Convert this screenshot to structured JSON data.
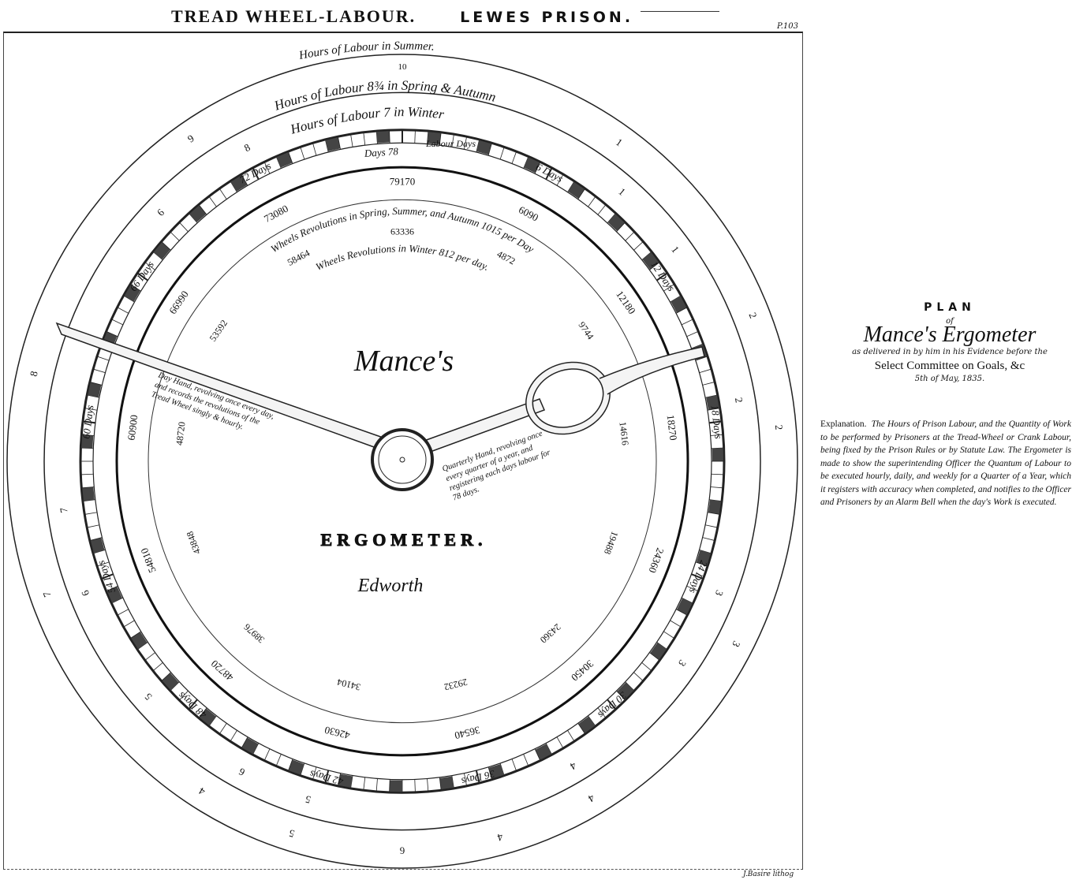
{
  "header": {
    "title_left": "TREAD WHEEL-LABOUR.",
    "title_right": "LEWES PRISON.",
    "page_ref": "P.103"
  },
  "dial": {
    "summer_label": "Hours of Labour in Summer.",
    "summer_hours": "10",
    "spring_label": "Hours of Labour 8¾ in Spring & Autumn",
    "winter_label": "Hours of Labour 7 in Winter",
    "outer_hours": [
      "1",
      "2",
      "2",
      "3",
      "4",
      "4",
      "6",
      "5",
      "4",
      "7",
      "8",
      "9"
    ],
    "middle_hours": [
      "1",
      "1",
      "2",
      "3",
      "3",
      "4",
      "5",
      "6",
      "5",
      "6",
      "7",
      "6",
      "8"
    ],
    "day_labels": [
      "Days 78",
      "6 Days",
      "12 Days",
      "18 Days",
      "24 Days",
      "30 Days",
      "36 Days",
      "42 Days",
      "48 Days",
      "54 Days",
      "60 Days",
      "66 Days",
      "72 Days"
    ],
    "labour_days_label": "Labour Days",
    "spring_revolutions_label": "Wheels Revolutions in Spring, Summer, and Autumn 1015 per Day",
    "spring_revolutions": [
      "79170",
      "6090",
      "12180",
      "18270",
      "24360",
      "30450",
      "36540",
      "42630",
      "48720",
      "54810",
      "60900",
      "66990",
      "73080"
    ],
    "winter_revolutions_label": "Wheels Revolutions in Winter 812 per day.",
    "winter_revolutions": [
      "63336",
      "4872",
      "9744",
      "14616",
      "19488",
      "24360",
      "29232",
      "34104",
      "38976",
      "43848",
      "48720",
      "53592",
      "58464"
    ],
    "maker": "Mance's",
    "name": "ERGOMETER.",
    "signature": "Edworth",
    "day_hand_text": "Day Hand, revolving once every day, and records the revolutions of the Tread Wheel singly & hourly.",
    "quarterly_hand_text": "Quarterly Hand, revolving once every quarter of a year, and registering each days labour for 78 days."
  },
  "plan": {
    "heading": "PLAN",
    "of": "of",
    "name": "Mance's Ergometer",
    "line1": "as delivered in by him in his Evidence before the",
    "line2": "Select Committee on Goals, &c",
    "line3": "5th of May, 1835.",
    "explanation_label": "Explanation.",
    "explanation": "The Hours of Prison Labour, and the Quantity of Work to be performed by Prisoners at the Tread-Wheel or Crank Labour, being fixed by the Prison Rules or by Statute Law. The Ergometer is made to show the superintending Officer the Quantum of Labour to be executed hourly, daily, and weekly for a Quarter of a Year, which it registers with accuracy when completed, and notifies to the Officer and Prisoners by an Alarm Bell when the day's Work is executed."
  },
  "footer": {
    "lithographer": "J.Basire lithog"
  }
}
